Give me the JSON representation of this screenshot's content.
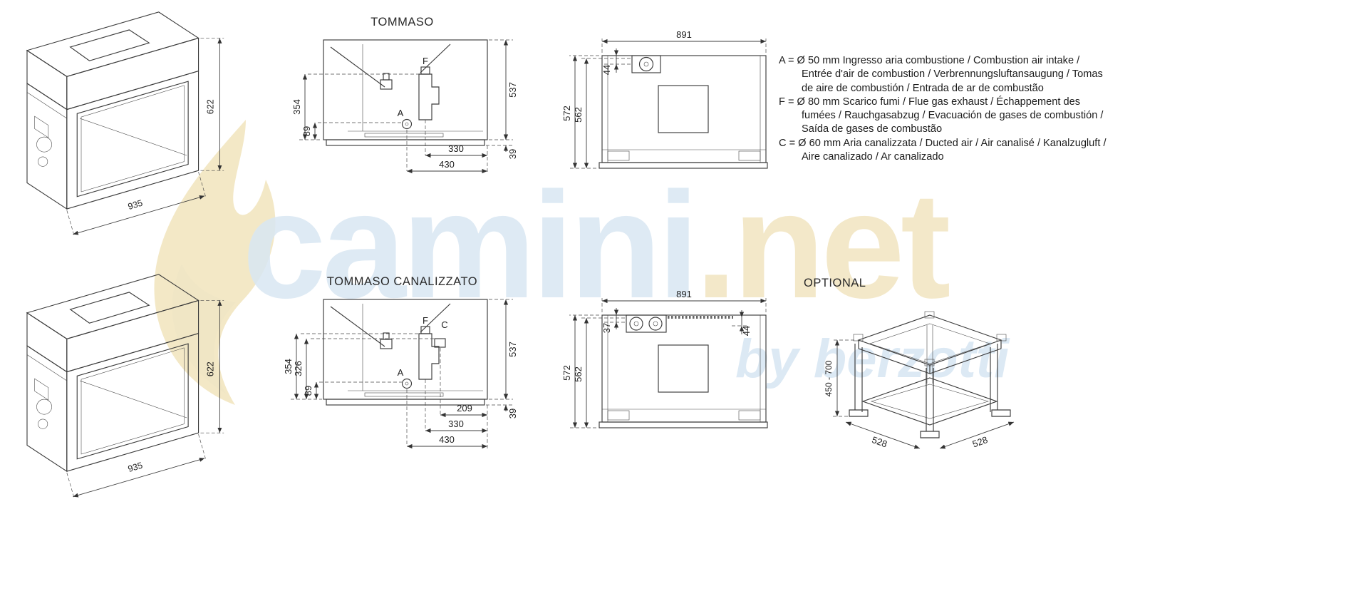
{
  "titles": {
    "tommaso": "TOMMASO",
    "canalizzato": "TOMMASO CANALIZZATO",
    "optional": "OPTIONAL"
  },
  "tommaso": {
    "iso": {
      "height": "622",
      "width": "935"
    },
    "side": {
      "h537": "537",
      "h354": "354",
      "h89": "89",
      "w330": "330",
      "w430": "430",
      "h39": "39",
      "port_f": "F",
      "port_a": "A"
    },
    "front": {
      "w891": "891",
      "h572": "572",
      "h562": "562",
      "h44": "44"
    }
  },
  "canalizzato": {
    "iso": {
      "height": "622",
      "width": "935"
    },
    "side": {
      "h537": "537",
      "h354": "354",
      "h326": "326",
      "h89": "89",
      "w209": "209",
      "w330": "330",
      "w430": "430",
      "h39": "39",
      "port_f": "F",
      "port_c": "C",
      "port_a": "A"
    },
    "front": {
      "w891": "891",
      "h572": "572",
      "h562": "562",
      "h37": "37",
      "h44": "44"
    }
  },
  "optional_stand": {
    "height_range": "450 - 700",
    "depth": "528",
    "width": "528"
  },
  "legend": {
    "line_a": "A = Ø 50 mm  Ingresso aria combustione / Combustion air intake / Entrée d'air de combustion / Verbrennungsluftansaugung / Tomas de aire de combustión / Entrada de ar de combustão",
    "line_f": "F = Ø 80 mm  Scarico fumi / Flue gas exhaust / Échappement des fumées / Rauchgasabzug / Evacuación de gases de combustión / Saída de gases de combustão",
    "line_c": "C = Ø 60 mm Aria canalizzata / Ducted air / Air canalisé / Kanalzugluft / Aire canalizado / Ar canalizado"
  },
  "watermark": {
    "brand": "camini",
    "dot": ".",
    "tld": "net",
    "byline": "by berzotti"
  },
  "colors": {
    "line": "#3a3a3a",
    "text": "#1f1f1f",
    "watermark_blue": "#d9e7f3",
    "watermark_yellow": "#f2e5c0"
  }
}
